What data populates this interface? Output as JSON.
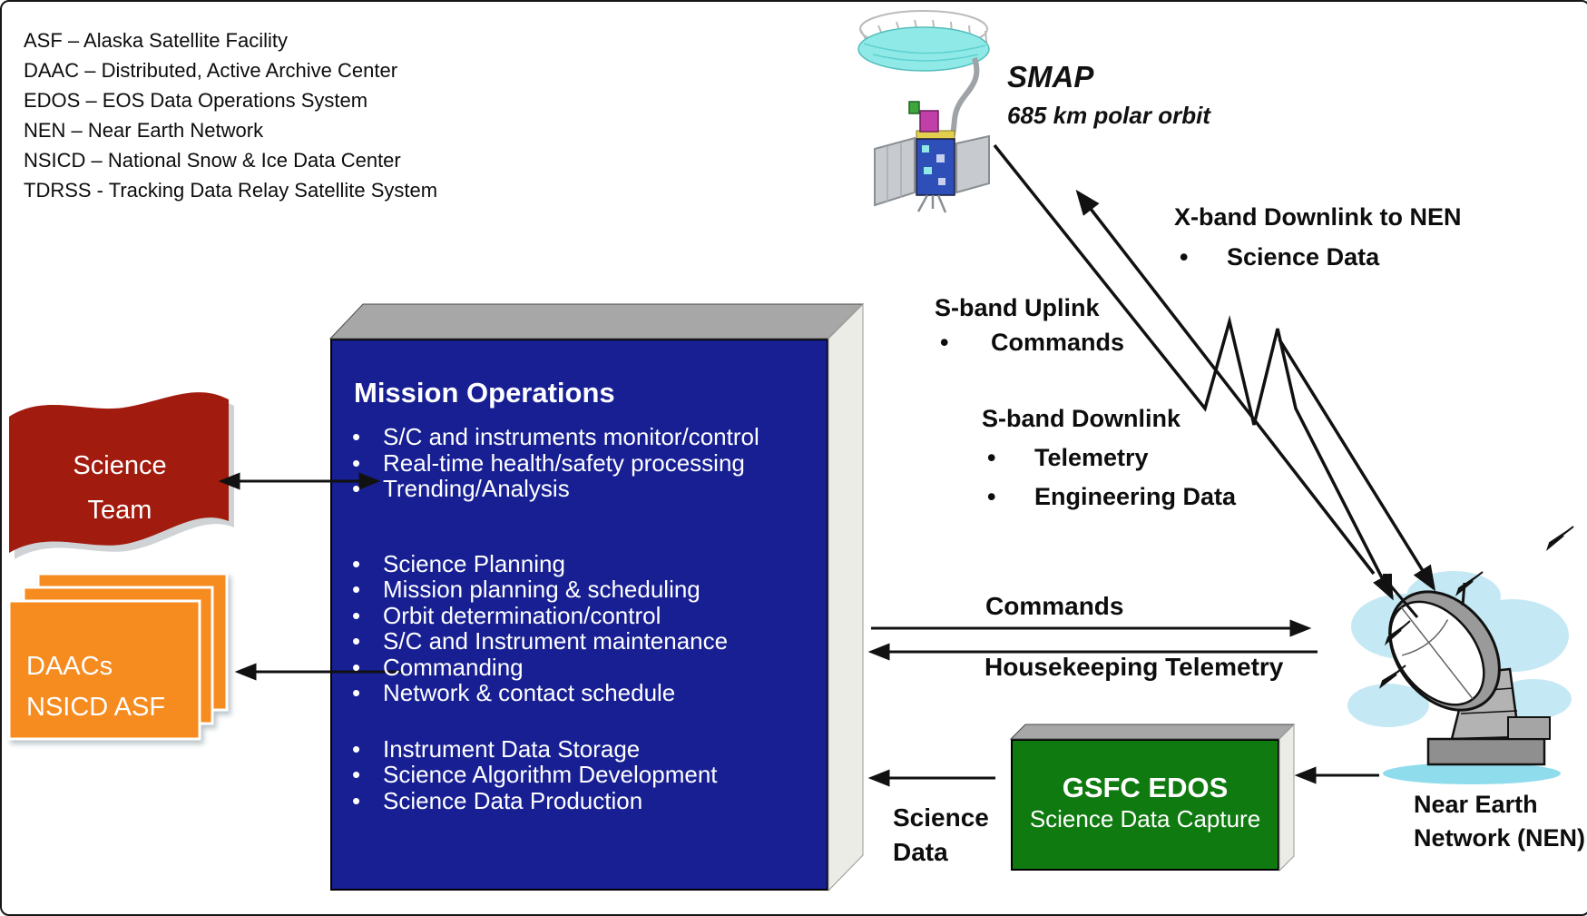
{
  "legend": {
    "items": [
      "ASF – Alaska Satellite Facility",
      "DAAC – Distributed, Active Archive Center",
      "EDOS – EOS Data Operations System",
      "NEN – Near Earth Network",
      "NSICD –  National Snow & Ice Data Center",
      "TDRSS -  Tracking Data Relay Satellite System"
    ]
  },
  "satellite": {
    "name": "SMAP",
    "orbit": "685 km polar orbit"
  },
  "links": {
    "xband": {
      "title": "X-band Downlink to NEN",
      "bullets": [
        "Science Data"
      ]
    },
    "uplink": {
      "title": "S-band Uplink",
      "bullets": [
        "Commands"
      ]
    },
    "downlink": {
      "title": "S-band Downlink",
      "bullets": [
        "Telemetry",
        "Engineering Data"
      ]
    }
  },
  "mission_ops": {
    "title": "Mission Operations",
    "group1": [
      "S/C and instruments monitor/control",
      "Real-time health/safety processing",
      "Trending/Analysis"
    ],
    "group2": [
      "Science Planning",
      "Mission planning & scheduling",
      "Orbit determination/control",
      "S/C and Instrument maintenance",
      "Commanding",
      "Network & contact schedule"
    ],
    "group3": [
      "Instrument Data Storage",
      "Science Algorithm Development",
      "Science Data Production"
    ]
  },
  "science_team": {
    "line1": "Science",
    "line2": "Team"
  },
  "daacs": {
    "line1": "DAACs",
    "line2": "NSICD ASF"
  },
  "gsfc": {
    "title": "GSFC EDOS",
    "subtitle": "Science Data Capture"
  },
  "flows": {
    "commands": "Commands",
    "housekeeping": "Housekeeping Telemetry",
    "science_data_line1": "Science",
    "science_data_line2": "Data"
  },
  "nen": {
    "line1": "Near Earth",
    "line2": "Network (NEN)"
  },
  "colors": {
    "navy": "#171F93",
    "red": "#A11B0E",
    "orange": "#F68B1F",
    "green": "#0F7A0F",
    "satellite_dish_cyan": "#8FE9E6",
    "cloud_blue": "#C5E9F4",
    "arrow_black": "#111111"
  }
}
